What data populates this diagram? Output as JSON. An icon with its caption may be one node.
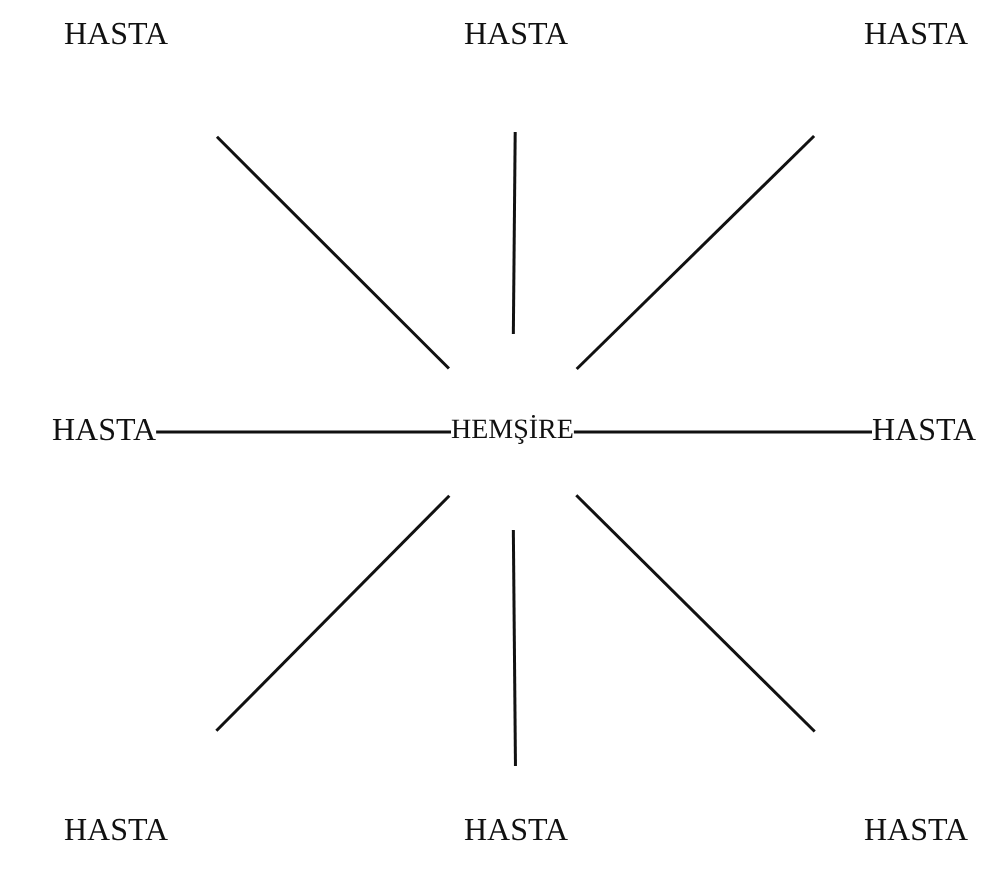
{
  "diagram": {
    "nodes": [
      {
        "text": [
          "HASTA"
        ]
      },
      {
        "text": [
          "HASTA"
        ]
      },
      {
        "text": [
          "HASTA"
        ]
      },
      {
        "text": [
          "HASTA"
        ]
      },
      {
        "text": [
          "HEMŞİRE"
        ]
      },
      {
        "text": [
          "HASTA"
        ]
      },
      {
        "text": [
          "HASTA"
        ]
      },
      {
        "text": [
          "HASTA"
        ]
      },
      {
        "text": [
          "HASTA"
        ]
      }
    ],
    "edges": [
      {
        "from": 4,
        "to": 0,
        "arrow": "none"
      },
      {
        "from": 4,
        "to": 1,
        "arrow": "none"
      },
      {
        "from": 4,
        "to": 2,
        "arrow": "none"
      },
      {
        "from": 4,
        "to": 3,
        "arrow": "none"
      },
      {
        "from": 4,
        "to": 5,
        "arrow": "none"
      },
      {
        "from": 4,
        "to": 6,
        "arrow": "none"
      },
      {
        "from": 4,
        "to": 7,
        "arrow": "none"
      },
      {
        "from": 4,
        "to": 8,
        "arrow": "none"
      }
    ]
  }
}
